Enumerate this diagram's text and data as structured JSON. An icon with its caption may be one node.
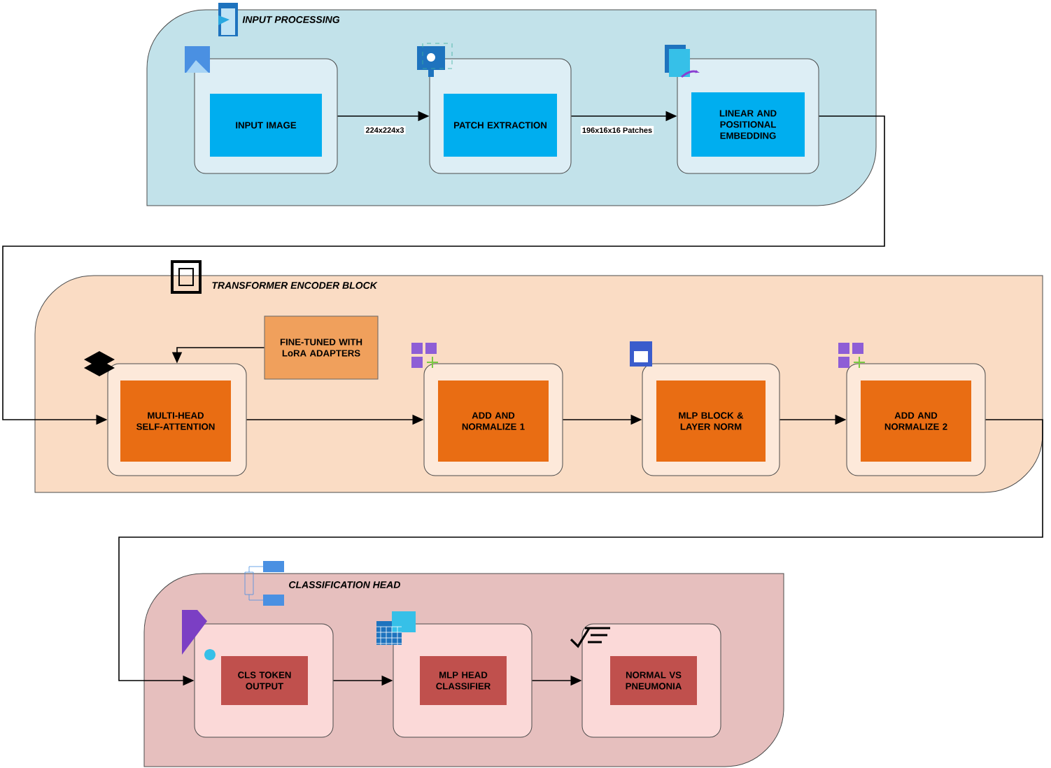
{
  "diagram": {
    "nodes": [
      {
        "text": [
          "INPUT PROCESSING"
        ]
      },
      {
        "text": [
          "INPUT IMAGE"
        ],
        "in": 0
      },
      {
        "text": [
          "PATCH EXTRACTION"
        ],
        "in": 0
      },
      {
        "text": [
          "LINEAR AND POSITIONAL EMBEDDING"
        ],
        "in": 0
      },
      {
        "text": [
          "TRANSFORMER ENCODER BLOCK"
        ]
      },
      {
        "text": [
          "FINE-TUNED WITH LoRA ADAPTERS"
        ],
        "in": 4
      },
      {
        "text": [
          "MULTI-HEAD SELF-ATTENTION"
        ],
        "in": 4
      },
      {
        "text": [
          "ADD AND NORMALIZE 1"
        ],
        "in": 4
      },
      {
        "text": [
          "MLP BLOCK & LAYER NORM"
        ],
        "in": 4
      },
      {
        "text": [
          "ADD AND NORMALIZE 2"
        ],
        "in": 4
      },
      {
        "text": [
          "CLASSIFICATION HEAD"
        ]
      },
      {
        "text": [
          "CLS TOKEN OUTPUT"
        ],
        "in": 10
      },
      {
        "text": [
          "MLP HEAD CLASSIFIER"
        ],
        "in": 10
      },
      {
        "text": [
          "NORMAL VS PNEUMONIA"
        ],
        "in": 10
      }
    ],
    "edges": [
      {
        "from": 1,
        "to": 2,
        "arrow": "to",
        "label": "224x224x3"
      },
      {
        "from": 2,
        "to": 3,
        "arrow": "to",
        "label": "196x16x16 Patches"
      },
      {
        "from": 3,
        "to": 6,
        "arrow": "to"
      },
      {
        "from": 5,
        "to": 6,
        "arrow": "to"
      },
      {
        "from": 6,
        "to": 7,
        "arrow": "to"
      },
      {
        "from": 7,
        "to": 8,
        "arrow": "to"
      },
      {
        "from": 8,
        "to": 9,
        "arrow": "to"
      },
      {
        "from": 9,
        "to": 11,
        "arrow": "to"
      },
      {
        "from": 11,
        "to": 12,
        "arrow": "to"
      },
      {
        "from": 12,
        "to": 13,
        "arrow": "to"
      }
    ]
  }
}
